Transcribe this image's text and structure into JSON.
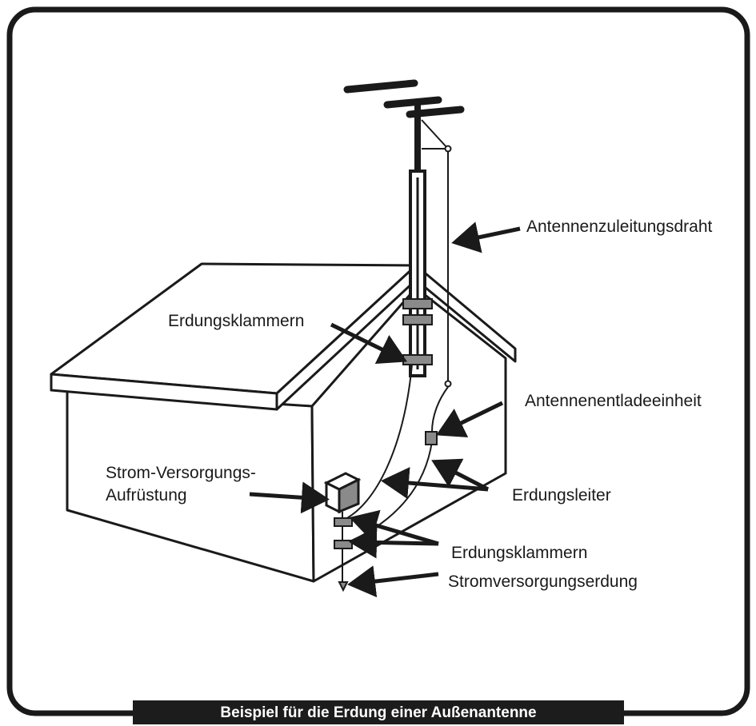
{
  "labels": {
    "lead_in_wire": "Antennenzuleitungsdraht",
    "ground_clamps_top": "Erdungsklammern",
    "discharge_unit": "Antennenentladeeinheit",
    "power_service_line1": "Strom-Versorgungs-",
    "power_service_line2": "Aufrüstung",
    "ground_conductors": "Erdungsleiter",
    "ground_clamps_bottom": "Erdungsklammern",
    "power_ground": "Stromversorgungserdung"
  },
  "caption": "Beispiel für die Erdung einer Außenantenne",
  "colors": {
    "ink": "#1a1a1a",
    "roof_fill": "#ffffff",
    "clamp_fill": "#8a8a8a",
    "caption_bg": "#1c1c1c",
    "caption_text": "#ffffff"
  }
}
